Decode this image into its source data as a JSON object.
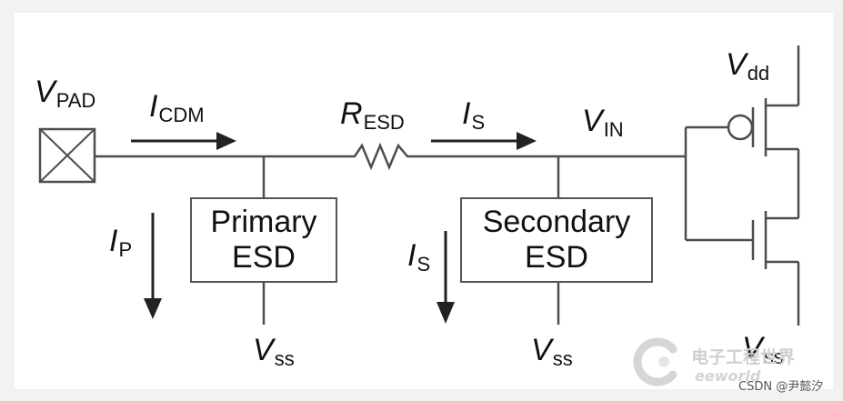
{
  "labels": {
    "vpad": {
      "main": "V",
      "sub": "PAD"
    },
    "icdm": {
      "main": "I",
      "sub": "CDM"
    },
    "resd": {
      "main": "R",
      "sub": "ESD"
    },
    "is_top": {
      "main": "I",
      "sub": "S"
    },
    "vin": {
      "main": "V",
      "sub": "IN"
    },
    "vdd": {
      "main": "V",
      "sub": "dd"
    },
    "ip": {
      "main": "I",
      "sub": "P"
    },
    "is_left": {
      "main": "I",
      "sub": "S"
    },
    "vss_primary": {
      "main": "V",
      "sub": "ss"
    },
    "vss_secondary": {
      "main": "V",
      "sub": "ss"
    },
    "vss_output": {
      "main": "V",
      "sub": "ss"
    }
  },
  "primary_esd": {
    "line1": "Primary",
    "line2": "ESD"
  },
  "secondary_esd": {
    "line1": "Secondary",
    "line2": "ESD"
  },
  "watermark": {
    "logo_text": "电子工程世界",
    "logo_sub": "eeworld",
    "credit": "CSDN @尹懿汐"
  },
  "colors": {
    "wire": "#4d4d4d",
    "text": "#111111",
    "watermark": "#c9c9c9"
  }
}
